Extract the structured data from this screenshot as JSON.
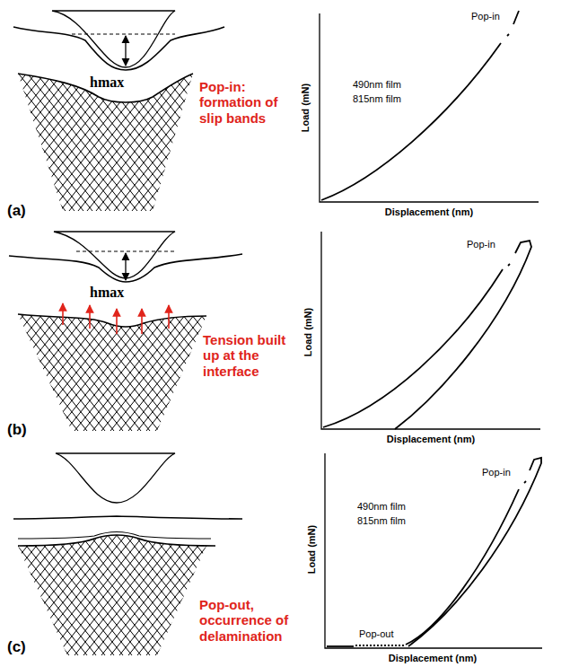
{
  "diagram": {
    "labels": [
      "hmax",
      "Pop-in: formation of slip bands",
      "(a)",
      "490nm film",
      "815nm film",
      "Pop-in",
      "Load (mN)",
      "Displacement (nm)",
      "hmax",
      "Tension built up at the interface",
      "(b)",
      "Pop-in",
      "Load (mN)",
      "Displacement (nm)",
      "Pop-out, occurrence of delamination",
      "(c)",
      "490nm film",
      "815nm film",
      "Pop-in",
      "Pop-out",
      "Load (mN)",
      "Displacement (nm)"
    ]
  }
}
